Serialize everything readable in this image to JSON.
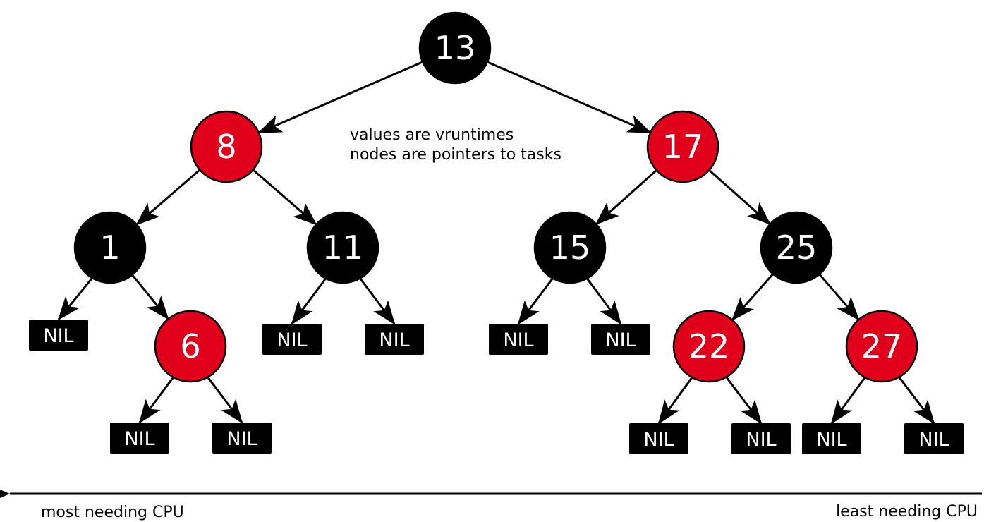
{
  "note": {
    "line1": "values are vruntimes",
    "line2": "nodes are pointers to tasks"
  },
  "axis": {
    "left_label": "most needing CPU",
    "right_label": "least needing CPU"
  },
  "colors": {
    "red": "#e0001b",
    "black": "#000000",
    "text": "#ffffff"
  },
  "tree": {
    "nodes": [
      {
        "id": "n13",
        "value": "13",
        "color": "black"
      },
      {
        "id": "n8",
        "value": "8",
        "color": "red"
      },
      {
        "id": "n17",
        "value": "17",
        "color": "red"
      },
      {
        "id": "n1",
        "value": "1",
        "color": "black"
      },
      {
        "id": "n11",
        "value": "11",
        "color": "black"
      },
      {
        "id": "n15",
        "value": "15",
        "color": "black"
      },
      {
        "id": "n25",
        "value": "25",
        "color": "black"
      },
      {
        "id": "n6",
        "value": "6",
        "color": "red"
      },
      {
        "id": "n22",
        "value": "22",
        "color": "red"
      },
      {
        "id": "n27",
        "value": "27",
        "color": "red"
      }
    ],
    "nil_label": "NIL",
    "nils": [
      "nil-1L",
      "nil-6L",
      "nil-6R",
      "nil-11L",
      "nil-11R",
      "nil-15L",
      "nil-15R",
      "nil-22L",
      "nil-22R",
      "nil-27L",
      "nil-27R"
    ],
    "edges": [
      [
        "n13",
        "n8"
      ],
      [
        "n13",
        "n17"
      ],
      [
        "n8",
        "n1"
      ],
      [
        "n8",
        "n11"
      ],
      [
        "n17",
        "n15"
      ],
      [
        "n17",
        "n25"
      ],
      [
        "n1",
        "nil-1L"
      ],
      [
        "n1",
        "n6"
      ],
      [
        "n6",
        "nil-6L"
      ],
      [
        "n6",
        "nil-6R"
      ],
      [
        "n11",
        "nil-11L"
      ],
      [
        "n11",
        "nil-11R"
      ],
      [
        "n15",
        "nil-15L"
      ],
      [
        "n15",
        "nil-15R"
      ],
      [
        "n25",
        "n22"
      ],
      [
        "n25",
        "n27"
      ],
      [
        "n22",
        "nil-22L"
      ],
      [
        "n22",
        "nil-22R"
      ],
      [
        "n27",
        "nil-27L"
      ],
      [
        "n27",
        "nil-27R"
      ]
    ]
  }
}
